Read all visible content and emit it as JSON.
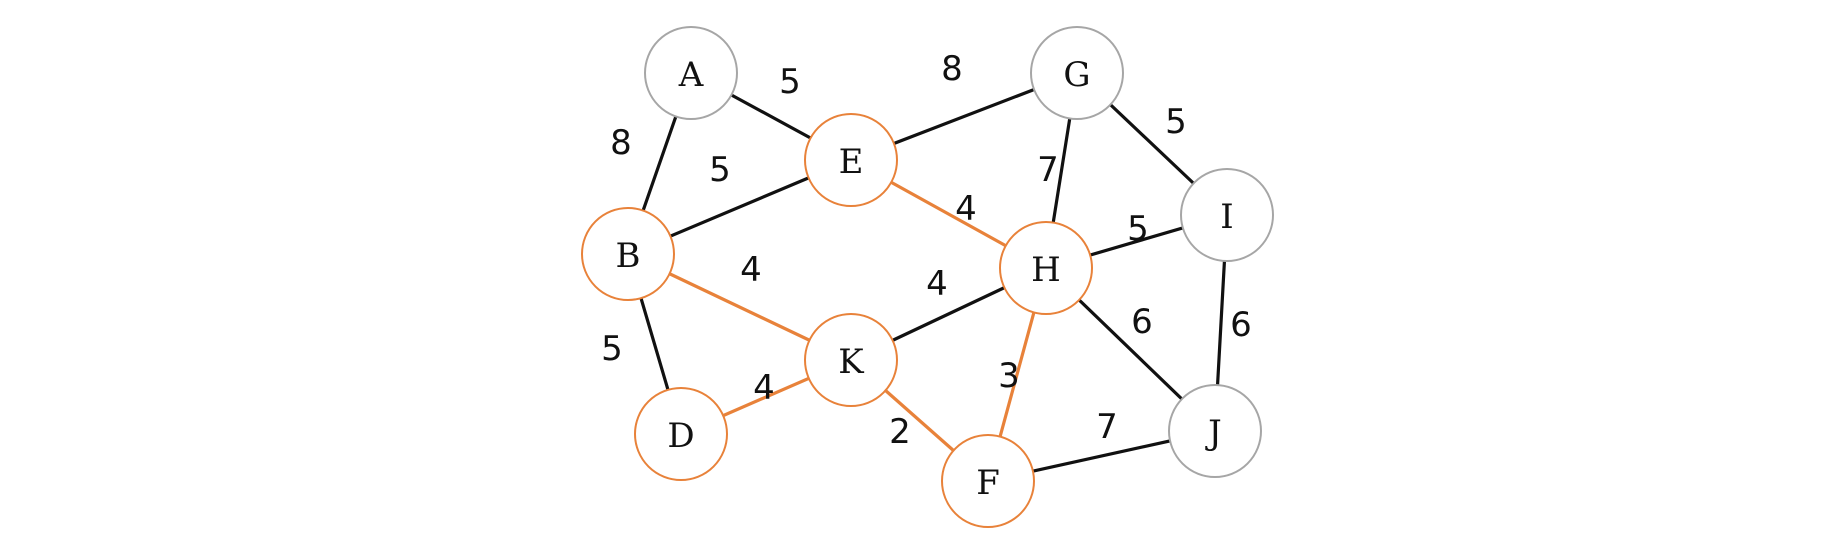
{
  "colors": {
    "highlight": "#E8823A",
    "normal_edge": "#111111",
    "normal_node": "#A6A6A6"
  },
  "nodes": [
    {
      "id": "A",
      "label": "A",
      "highlighted": false
    },
    {
      "id": "B",
      "label": "B",
      "highlighted": true
    },
    {
      "id": "D",
      "label": "D",
      "highlighted": true
    },
    {
      "id": "E",
      "label": "E",
      "highlighted": true
    },
    {
      "id": "F",
      "label": "F",
      "highlighted": true
    },
    {
      "id": "G",
      "label": "G",
      "highlighted": false
    },
    {
      "id": "H",
      "label": "H",
      "highlighted": true
    },
    {
      "id": "I",
      "label": "I",
      "highlighted": false
    },
    {
      "id": "J",
      "label": "J",
      "highlighted": false
    },
    {
      "id": "K",
      "label": "K",
      "highlighted": true
    }
  ],
  "edges": [
    {
      "from": "A",
      "to": "E",
      "weight": "5",
      "highlighted": false
    },
    {
      "from": "A",
      "to": "B",
      "weight": "8",
      "highlighted": false
    },
    {
      "from": "E",
      "to": "G",
      "weight": "8",
      "highlighted": false
    },
    {
      "from": "B",
      "to": "E",
      "weight": "5",
      "highlighted": false
    },
    {
      "from": "E",
      "to": "H",
      "weight": "4",
      "highlighted": true
    },
    {
      "from": "G",
      "to": "H",
      "weight": "7",
      "highlighted": false
    },
    {
      "from": "G",
      "to": "I",
      "weight": "5",
      "highlighted": false
    },
    {
      "from": "B",
      "to": "K",
      "weight": "4",
      "highlighted": true
    },
    {
      "from": "B",
      "to": "D",
      "weight": "5",
      "highlighted": false
    },
    {
      "from": "H",
      "to": "I",
      "weight": "5",
      "highlighted": false
    },
    {
      "from": "K",
      "to": "H",
      "weight": "4",
      "highlighted": false
    },
    {
      "from": "H",
      "to": "J",
      "weight": "6",
      "highlighted": false
    },
    {
      "from": "I",
      "to": "J",
      "weight": "6",
      "highlighted": false
    },
    {
      "from": "D",
      "to": "K",
      "weight": "4",
      "highlighted": true
    },
    {
      "from": "H",
      "to": "F",
      "weight": "3",
      "highlighted": true
    },
    {
      "from": "K",
      "to": "F",
      "weight": "2",
      "highlighted": true
    },
    {
      "from": "F",
      "to": "J",
      "weight": "7",
      "highlighted": false
    }
  ]
}
